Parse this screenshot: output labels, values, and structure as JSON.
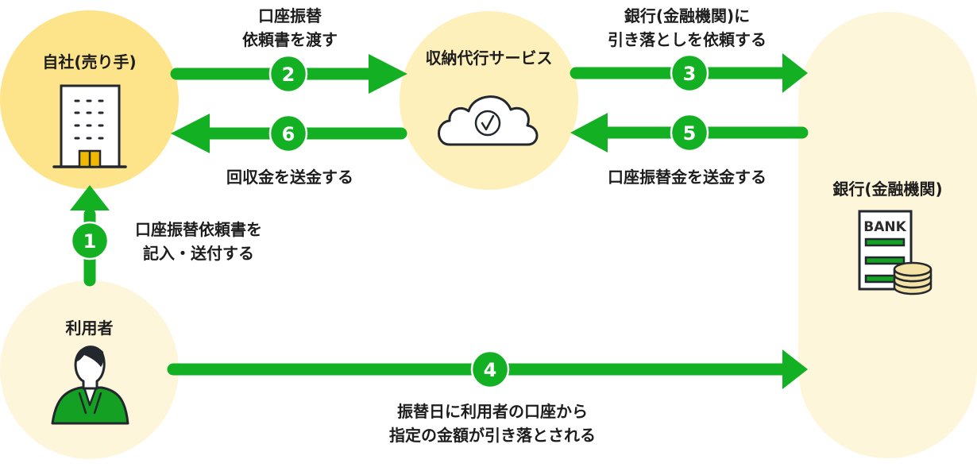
{
  "title": "口座振替の流れ",
  "colors": {
    "arrow": "#13b023",
    "company_node": "#fde48b",
    "service_node": "#fef0bb",
    "user_node": "#fef6db",
    "bank_node": "#fef6db",
    "icon_stroke": "#23272e",
    "door": "#f0b800",
    "user_suit": "#13a023",
    "coin": "#f5e3a5"
  },
  "nodes": {
    "company": {
      "label": "自社(売り手)",
      "icon": "office-building-icon"
    },
    "service": {
      "label": "収納代行サービス",
      "icon": "cloud-check-icon"
    },
    "bank": {
      "label": "銀行(金融機関)",
      "icon": "bank-document-coins-icon",
      "icon_text": "BANK"
    },
    "user": {
      "label": "利用者",
      "icon": "person-in-suit-icon"
    }
  },
  "steps": [
    {
      "number": "1",
      "direction": "user-to-company",
      "lines": [
        "口座振替依頼書を",
        "記入・送付する"
      ]
    },
    {
      "number": "2",
      "direction": "company-to-service",
      "lines": [
        "口座振替",
        "依頼書を渡す"
      ]
    },
    {
      "number": "3",
      "direction": "service-to-bank",
      "lines": [
        "銀行(金融機関)に",
        "引き落としを依頼する"
      ]
    },
    {
      "number": "4",
      "direction": "user-to-bank",
      "lines": [
        "振替日に利用者の口座から",
        "指定の金額が引き落とされる"
      ]
    },
    {
      "number": "5",
      "direction": "bank-to-service",
      "lines": [
        "口座振替金を送金する"
      ]
    },
    {
      "number": "6",
      "direction": "service-to-company",
      "lines": [
        "回収金を送金する"
      ]
    }
  ]
}
